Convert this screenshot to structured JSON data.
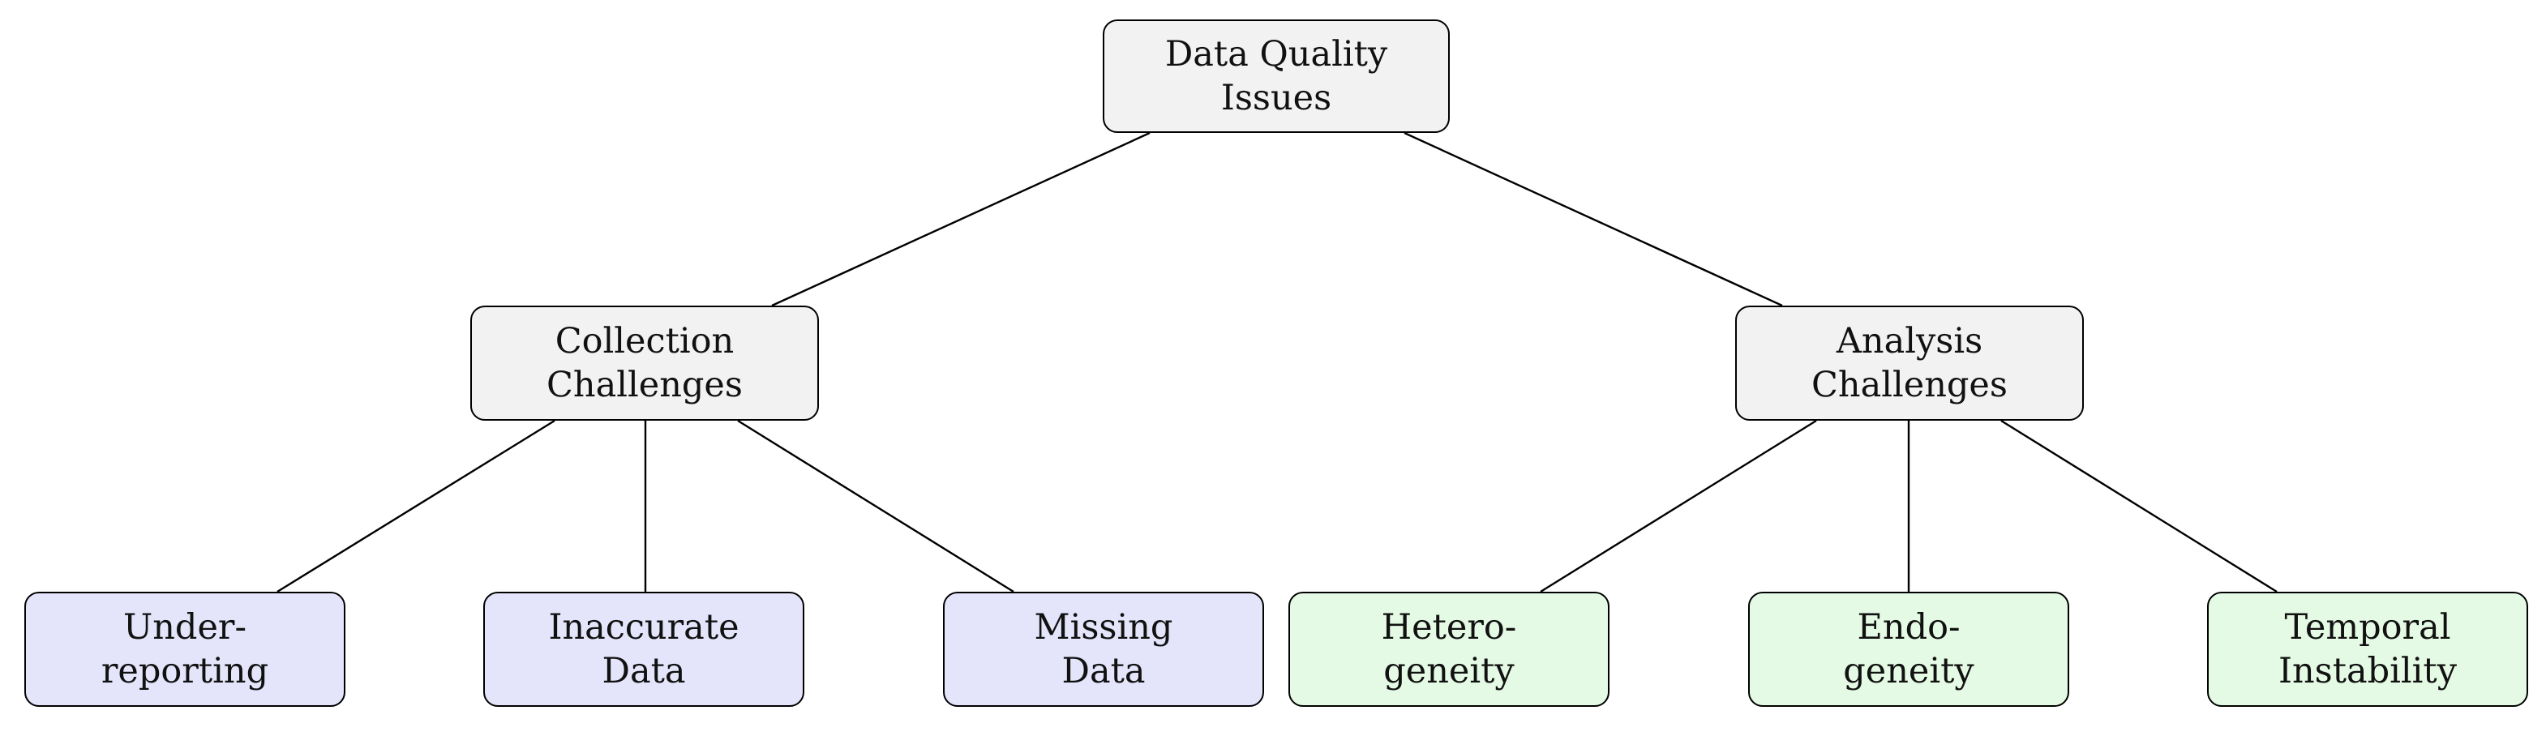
{
  "diagram": {
    "root": {
      "line1": "Data Quality",
      "line2": "Issues"
    },
    "collection": {
      "line1": "Collection",
      "line2": "Challenges",
      "children": [
        {
          "line1": "Under-",
          "line2": "reporting"
        },
        {
          "line1": "Inaccurate",
          "line2": "Data"
        },
        {
          "line1": "Missing",
          "line2": "Data"
        }
      ]
    },
    "analysis": {
      "line1": "Analysis",
      "line2": "Challenges",
      "children": [
        {
          "line1": "Hetero-",
          "line2": "geneity"
        },
        {
          "line1": "Endo-",
          "line2": "geneity"
        },
        {
          "line1": "Temporal",
          "line2": "Instability"
        }
      ]
    }
  },
  "colors": {
    "top_nodes": "#f2f2f2",
    "collection_leaves": "#e4e4fb",
    "analysis_leaves": "#e4fae4",
    "edges": "#000000"
  }
}
